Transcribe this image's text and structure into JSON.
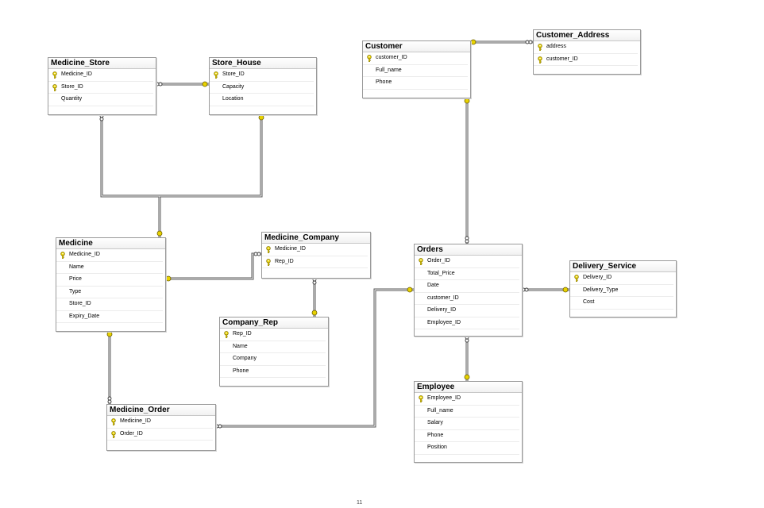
{
  "diagram": {
    "tables": [
      {
        "id": "medicine_store",
        "name": "Medicine_Store",
        "columns": [
          {
            "name": "Medicine_ID",
            "key": true
          },
          {
            "name": "Store_ID",
            "key": true
          },
          {
            "name": "Quantity",
            "key": false
          }
        ]
      },
      {
        "id": "store_house",
        "name": "Store_House",
        "columns": [
          {
            "name": "Store_ID",
            "key": true
          },
          {
            "name": "Capacity",
            "key": false
          },
          {
            "name": "Location",
            "key": false
          }
        ]
      },
      {
        "id": "customer",
        "name": "Customer",
        "columns": [
          {
            "name": "customer_ID",
            "key": true
          },
          {
            "name": "Full_name",
            "key": false
          },
          {
            "name": "Phone",
            "key": false
          }
        ]
      },
      {
        "id": "customer_address",
        "name": "Customer_Address",
        "columns": [
          {
            "name": "address",
            "key": true
          },
          {
            "name": "customer_ID",
            "key": true
          }
        ]
      },
      {
        "id": "medicine",
        "name": "Medicine",
        "columns": [
          {
            "name": "Medicine_ID",
            "key": true
          },
          {
            "name": "Name",
            "key": false
          },
          {
            "name": "Price",
            "key": false
          },
          {
            "name": "Type",
            "key": false
          },
          {
            "name": "Store_ID",
            "key": false
          },
          {
            "name": "Expiry_Date",
            "key": false
          }
        ]
      },
      {
        "id": "medicine_company",
        "name": "Medicine_Company",
        "columns": [
          {
            "name": "Medicine_ID",
            "key": true
          },
          {
            "name": "Rep_ID",
            "key": true
          }
        ]
      },
      {
        "id": "company_rep",
        "name": "Company_Rep",
        "columns": [
          {
            "name": "Rep_ID",
            "key": true
          },
          {
            "name": "Name",
            "key": false
          },
          {
            "name": "Company",
            "key": false
          },
          {
            "name": "Phone",
            "key": false
          }
        ]
      },
      {
        "id": "orders",
        "name": "Orders",
        "columns": [
          {
            "name": "Order_ID",
            "key": true
          },
          {
            "name": "Total_Price",
            "key": false
          },
          {
            "name": "Date",
            "key": false
          },
          {
            "name": "customer_ID",
            "key": false
          },
          {
            "name": "Delivery_ID",
            "key": false
          },
          {
            "name": "Employee_ID",
            "key": false
          }
        ]
      },
      {
        "id": "delivery_service",
        "name": "Delivery_Service",
        "columns": [
          {
            "name": "Delivery_ID",
            "key": true
          },
          {
            "name": "Delivery_Type",
            "key": false
          },
          {
            "name": "Cost",
            "key": false
          }
        ]
      },
      {
        "id": "employee",
        "name": "Employee",
        "columns": [
          {
            "name": "Employee_ID",
            "key": true
          },
          {
            "name": "Full_name",
            "key": false
          },
          {
            "name": "Salary",
            "key": false
          },
          {
            "name": "Phone",
            "key": false
          },
          {
            "name": "Position",
            "key": false
          }
        ]
      },
      {
        "id": "medicine_order",
        "name": "Medicine_Order",
        "columns": [
          {
            "name": "Medicine_ID",
            "key": true
          },
          {
            "name": "Order_ID",
            "key": true
          }
        ]
      }
    ],
    "relationships": [
      {
        "name": "medicine-store-to-store-house",
        "from": "medicine_store",
        "to": "store_house"
      },
      {
        "name": "medicine-store-to-medicine",
        "from": "medicine_store",
        "to": "medicine"
      },
      {
        "name": "store-house-to-medicine",
        "from": "store_house",
        "to": "medicine"
      },
      {
        "name": "customer-to-customer-address",
        "from": "customer",
        "to": "customer_address"
      },
      {
        "name": "customer-to-orders",
        "from": "customer",
        "to": "orders"
      },
      {
        "name": "medicine-to-medicine-company",
        "from": "medicine",
        "to": "medicine_company"
      },
      {
        "name": "medicine-company-to-company-rep",
        "from": "medicine_company",
        "to": "company_rep"
      },
      {
        "name": "medicine-to-medicine-order",
        "from": "medicine",
        "to": "medicine_order"
      },
      {
        "name": "medicine-order-to-orders",
        "from": "medicine_order",
        "to": "orders"
      },
      {
        "name": "orders-to-delivery-service",
        "from": "orders",
        "to": "delivery_service"
      },
      {
        "name": "orders-to-employee",
        "from": "orders",
        "to": "employee"
      }
    ],
    "colors": {
      "key_icon": "#e8d200",
      "connector": "#555555",
      "box_border": "#9a9a9a"
    }
  },
  "footer": {
    "page_number": "11"
  }
}
